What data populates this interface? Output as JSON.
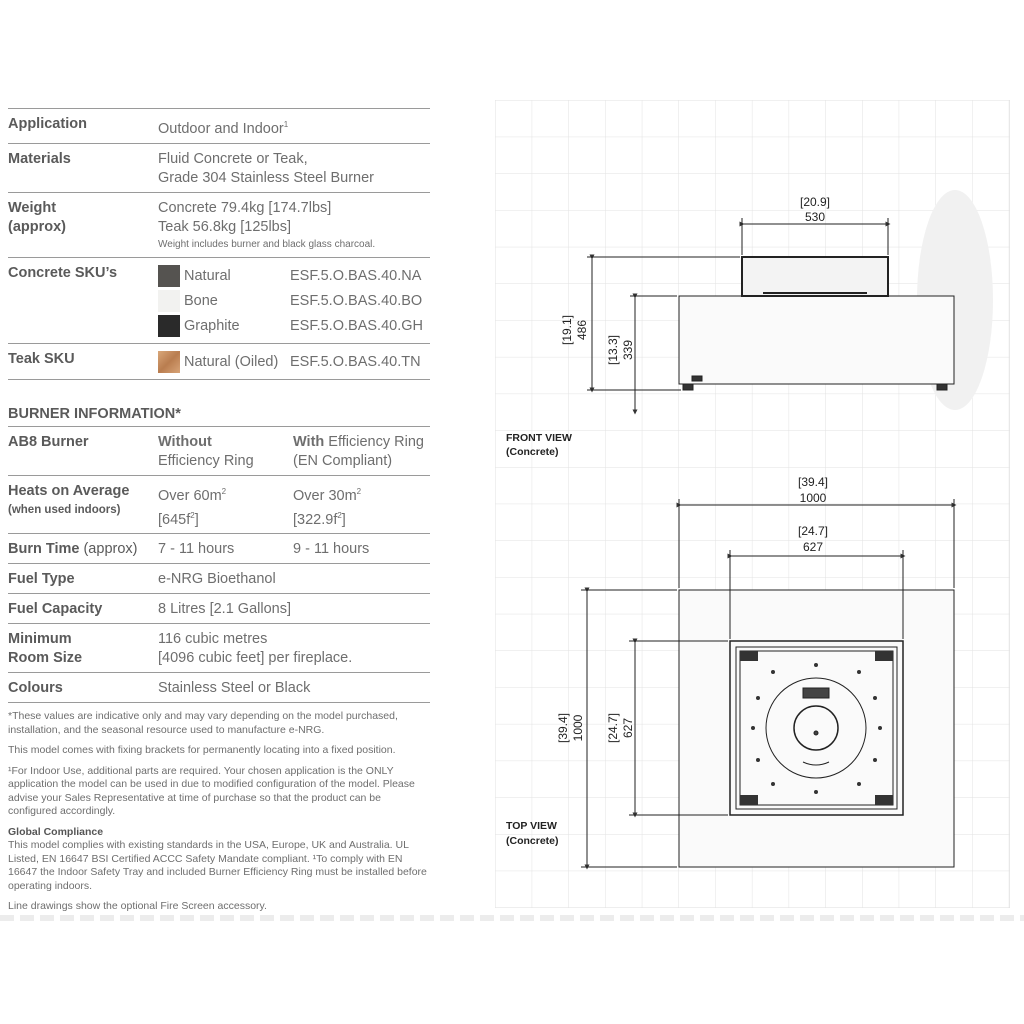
{
  "specs": {
    "application": {
      "label": "Application",
      "value": "Outdoor and Indoor",
      "sup": "1"
    },
    "materials": {
      "label": "Materials",
      "line1": "Fluid Concrete or Teak,",
      "line2": "Grade 304 Stainless Steel Burner"
    },
    "weight": {
      "label1": "Weight",
      "label2": "(approx)",
      "line1": "Concrete 79.4kg [174.7lbs]",
      "line2": "Teak 56.8kg [125lbs]",
      "note": "Weight includes burner and black glass charcoal."
    },
    "concrete_sku": {
      "label": "Concrete SKU’s",
      "items": [
        {
          "name": "Natural",
          "code": "ESF.5.O.BAS.40.NA",
          "color": "#555350"
        },
        {
          "name": "Bone",
          "code": "ESF.5.O.BAS.40.BO",
          "color": "#f2f2f0"
        },
        {
          "name": "Graphite",
          "code": "ESF.5.O.BAS.40.GH",
          "color": "#2a2a2a"
        }
      ]
    },
    "teak_sku": {
      "label": "Teak SKU",
      "name": "Natural (Oiled)",
      "code": "ESF.5.O.BAS.40.TN",
      "color": "#c89366"
    }
  },
  "burner": {
    "heading": "BURNER INFORMATION*",
    "ab8": {
      "label": "AB8 Burner",
      "col1_bold": "Without",
      "col1_rest": "Efficiency Ring",
      "col2_bold": "With",
      "col2_rest": " Efficiency Ring",
      "col2_line2": "(EN Compliant)"
    },
    "heats": {
      "label": "Heats on Average",
      "sublabel": "(when used indoors)",
      "col1_a": "Over 60m",
      "col1_a_sup": "2",
      "col1_b": "[645f",
      "col1_b_sup": "2",
      "col1_b_end": "]",
      "col2_a": "Over 30m",
      "col2_a_sup": "2",
      "col2_b": "[322.9f",
      "col2_b_sup": "2",
      "col2_b_end": "]"
    },
    "burn_time": {
      "label": "Burn Time",
      "label_light": " (approx)",
      "col1": "7 - 11 hours",
      "col2": "9 - 11 hours"
    },
    "fuel_type": {
      "label": "Fuel Type",
      "value": "e-NRG Bioethanol"
    },
    "fuel_capacity": {
      "label": "Fuel Capacity",
      "value": "8 Litres [2.1 Gallons]"
    },
    "room_size": {
      "label1": "Minimum",
      "label2": "Room Size",
      "line1": "116 cubic metres",
      "line2": "[4096 cubic feet] per fireplace."
    },
    "colours": {
      "label": "Colours",
      "value": "Stainless Steel or Black"
    }
  },
  "notes": {
    "n1": "*These values are indicative only and may vary depending on the model purchased, installation, and the seasonal resource used to manufacture e-NRG.",
    "n2": "This model comes with fixing brackets for permanently locating into a fixed position.",
    "n3": "¹For Indoor Use, additional parts are required. Your chosen application is the ONLY application the model can be used in due to modified configuration of the model. Please advise your Sales Representative at time of purchase so that the product can be configured accordingly.",
    "compliance_title": "Global Compliance",
    "compliance_text": "This model complies with existing standards in the USA, Europe, UK and Australia. UL Listed, EN 16647 BSI Certified ACCC Safety Mandate compliant. ¹To comply with EN 16647 the Indoor Safety Tray and included Burner Efficiency Ring must be installed before operating indoors.",
    "n4": "Line drawings show the optional Fire Screen accessory."
  },
  "drawing": {
    "front_label1": "FRONT VIEW",
    "front_label2": "(Concrete)",
    "top_label1": "TOP VIEW",
    "top_label2": "(Concrete)",
    "dims": {
      "front_width_in": "[20.9]",
      "front_width_mm": "530",
      "front_height_in": "[19.1]",
      "front_height_mm": "486",
      "front_body_in": "[13.3]",
      "front_body_mm": "339",
      "top_width_in": "[39.4]",
      "top_width_mm": "1000",
      "top_inner_in": "[24.7]",
      "top_inner_mm": "627",
      "top_height_in": "[39.4]",
      "top_height_mm": "1000",
      "top_inner_h_in": "[24.7]",
      "top_inner_h_mm": "627"
    }
  }
}
